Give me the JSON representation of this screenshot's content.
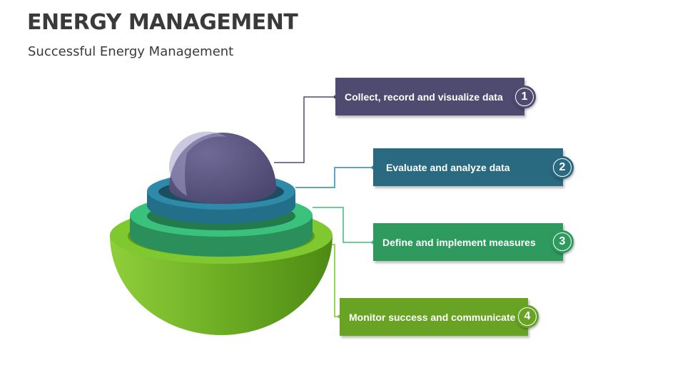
{
  "header": {
    "title": "ENERGY MANAGEMENT",
    "subtitle": "Successful Energy Management"
  },
  "steps": [
    {
      "number": "1",
      "label": "Collect, record and visualize data",
      "color": "#4e4a70"
    },
    {
      "number": "2",
      "label": "Evaluate and analyze data",
      "color": "#2a6a80"
    },
    {
      "number": "3",
      "label": "Define and implement measures",
      "color": "#2e9a5e"
    },
    {
      "number": "4",
      "label": "Monitor success and communicate",
      "color": "#68a324"
    }
  ],
  "layer_colors": {
    "sphere": "#5a5680",
    "ring_blue": "#2d8aa8",
    "ring_green": "#35c07a",
    "bowl_lime": "#7ac425",
    "bowl_dark": "#5e9a1e"
  }
}
